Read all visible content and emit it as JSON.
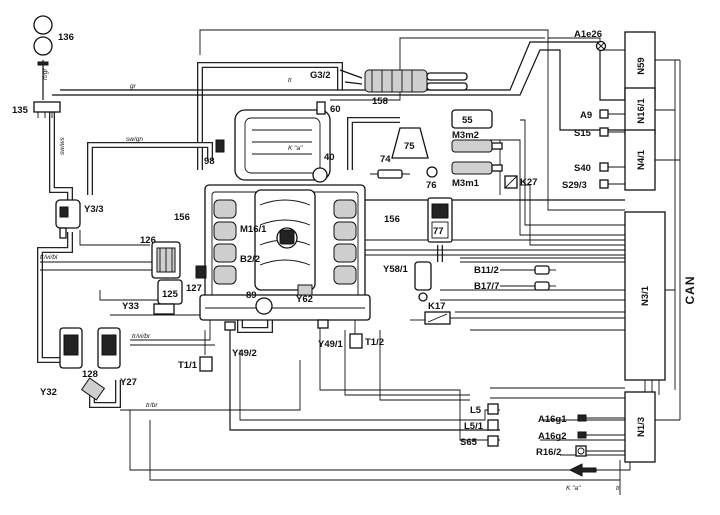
{
  "labels": {
    "l136": "136",
    "l135": "135",
    "l158": "158",
    "lG32": "G3/2",
    "l60": "60",
    "l40": "40",
    "l74": "74",
    "l75": "75",
    "l76": "76",
    "l77": "77",
    "l55": "55",
    "lM3m2": "M3m2",
    "lM3m1": "M3m1",
    "lK27": "K27",
    "l98": "98",
    "lY33_top": "Y3/3",
    "l126": "126",
    "l125": "125",
    "l127": "127",
    "l156a": "156",
    "l156b": "156",
    "lM161": "M16/1",
    "lB22": "B2/2",
    "l89": "89",
    "lY62": "Y62",
    "lY581": "Y58/1",
    "lK17": "K17",
    "lY33": "Y33",
    "lY492": "Y49/2",
    "lY491": "Y49/1",
    "lT11": "T1/1",
    "lT12": "T1/2",
    "lY32": "Y32",
    "lY27": "Y27",
    "l128": "128",
    "lB112": "B11/2",
    "lB177": "B17/7",
    "lA1e26": "A1e26",
    "lN59": "N59",
    "lA9": "A9",
    "lN161": "N16/1",
    "lS15": "S15",
    "lS40": "S40",
    "lN41": "N4/1",
    "lS293": "S29/3",
    "lN31": "N3/1",
    "lCAN": "CAN",
    "lL5": "L5",
    "lL51": "L5/1",
    "lS65": "S65",
    "lA16g1": "A16g1",
    "lA16g2": "A16g2",
    "lR162": "R16/2",
    "lN13": "N1/3",
    "lKa": "K \"a\"",
    "lKa_small": "K \"a\""
  },
  "wires": {
    "rt_gr": "rt/gr",
    "gr": "gr",
    "tr_top": "tr",
    "sw_gn": "sw/gn",
    "sw_ws": "sw/ws",
    "tr_vi_bl": "tr/vi/bl",
    "tr_vi_br": "tr/vi/br",
    "tr_br": "tr/br",
    "tr_bottom": "tr"
  }
}
